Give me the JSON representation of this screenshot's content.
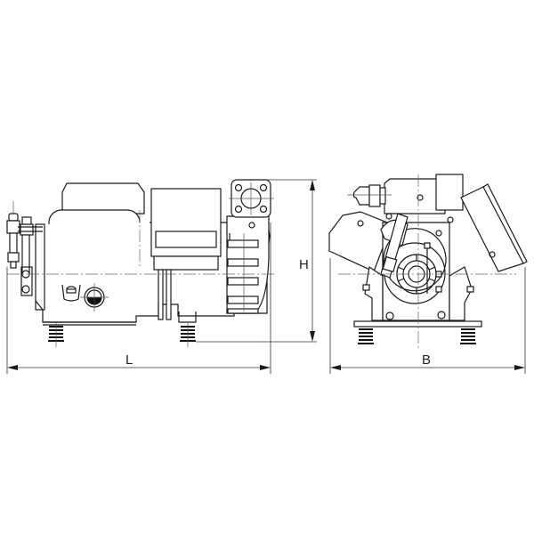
{
  "drawing": {
    "title": "Compressor dimensional drawing",
    "views": [
      {
        "name": "side-view",
        "description": "Side elevation of semi-hermetic compressor"
      },
      {
        "name": "end-view",
        "description": "End elevation of semi-hermetic compressor"
      }
    ],
    "dimensions": {
      "length_label": "L",
      "height_label": "H",
      "width_label": "B"
    },
    "colors": {
      "line": "#1a1a1a",
      "background": "#ffffff",
      "centerline": "#666666"
    }
  }
}
